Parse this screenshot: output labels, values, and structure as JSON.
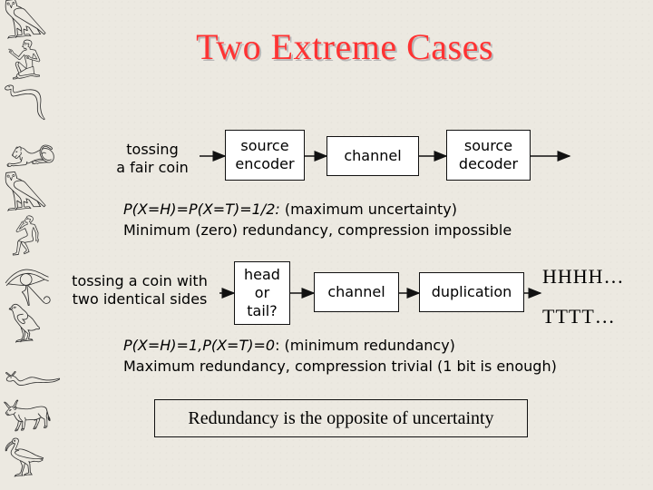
{
  "title": "Two Extreme Cases",
  "row1": {
    "source_text": [
      "tossing",
      "a fair coin"
    ],
    "encoder": [
      "source",
      "encoder"
    ],
    "channel": "channel",
    "decoder": [
      "source",
      "decoder"
    ],
    "prob_line_italic": "P(X=H)=P(X=T)=1/2:",
    "prob_line_rest": " (maximum uncertainty)",
    "summary": "Minimum (zero) redundancy, compression impossible"
  },
  "row2": {
    "source_text": [
      "tossing a coin with",
      "two identical sides"
    ],
    "question": [
      "head",
      "or",
      "tail?"
    ],
    "channel": "channel",
    "duplication": "duplication",
    "output1": "HHHH…",
    "output2": "TTTT…",
    "prob_line_italic": "P(X=H)=1,P(X=T)=0",
    "prob_line_rest": ": (minimum redundancy)",
    "summary": "Maximum redundancy, compression trivial (1 bit is enough)"
  },
  "conclusion": "Redundancy is the opposite of uncertainty",
  "colors": {
    "title": "#ff3333",
    "background": "#ece9e1"
  },
  "decor": {
    "left_border_icon": "hieroglyph-border-icon"
  }
}
